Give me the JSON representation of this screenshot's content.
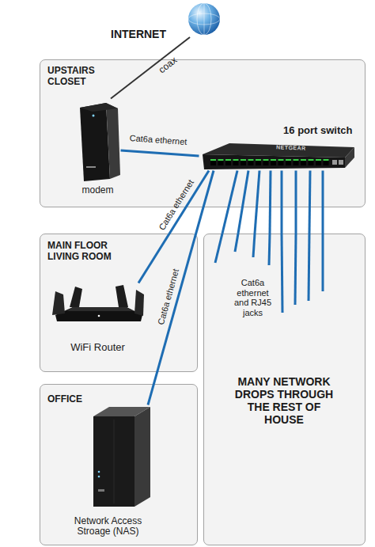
{
  "diagram": {
    "nodes": [
      {
        "text": [
          "INTERNET"
        ]
      },
      {
        "text": [
          "UPSTAIRS CLOSET"
        ]
      },
      {
        "text": [
          "modem"
        ],
        "in": 1
      },
      {
        "text": [
          "16 port switch"
        ],
        "in": 1
      },
      {
        "text": [
          "MAIN FLOOR LIVING ROOM"
        ]
      },
      {
        "text": [
          "WiFi Router"
        ],
        "in": 4
      },
      {
        "text": [
          "OFFICE"
        ]
      },
      {
        "text": [
          "Network Access Stroage (NAS)"
        ],
        "in": 6
      },
      {
        "text": [
          "Cat6a ethernet and RJ45 jacks",
          "MANY NETWORK DROPS THROUGH THE REST OF HOUSE"
        ]
      }
    ],
    "edges": [
      {
        "from": 0,
        "to": 2,
        "label": "coax",
        "arrow": "none"
      },
      {
        "from": 2,
        "to": 3,
        "label": "Cat6a ethernet",
        "arrow": "none"
      },
      {
        "from": 3,
        "to": 5,
        "label": "Cat6a ethernet",
        "arrow": "none"
      },
      {
        "from": 3,
        "to": 7,
        "label": "Cat6a ethernet",
        "arrow": "none"
      },
      {
        "from": 3,
        "to": 8,
        "arrow": "none"
      },
      {
        "from": 3,
        "to": 8,
        "arrow": "none"
      },
      {
        "from": 3,
        "to": 8,
        "arrow": "none"
      },
      {
        "from": 3,
        "to": 8,
        "arrow": "none"
      },
      {
        "from": 3,
        "to": 8,
        "arrow": "none"
      },
      {
        "from": 3,
        "to": 8,
        "arrow": "none"
      },
      {
        "from": 3,
        "to": 8,
        "arrow": "none"
      },
      {
        "from": 3,
        "to": 8,
        "arrow": "none"
      }
    ],
    "labels": [
      "NETGEAR"
    ]
  }
}
